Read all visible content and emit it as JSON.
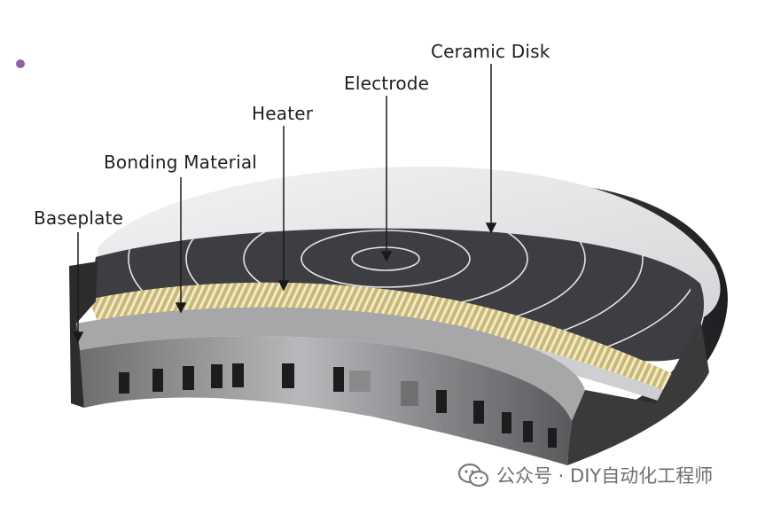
{
  "labels": {
    "ceramic_disk": "Ceramic Disk",
    "electrode": "Electrode",
    "heater": "Heater",
    "bonding_material": "Bonding Material",
    "baseplate": "Baseplate"
  },
  "watermark": {
    "text": "公众号 · DIY自动化工程师",
    "icon": "wechat-icon"
  },
  "colors": {
    "bullet": "#8e62a8",
    "ceramic_top": "#e7e7e9",
    "electrode_layer": "#3e3e42",
    "heater_gold": "#c9b877",
    "baseplate": "#2e2e31",
    "arrow": "#1a1a1a"
  }
}
